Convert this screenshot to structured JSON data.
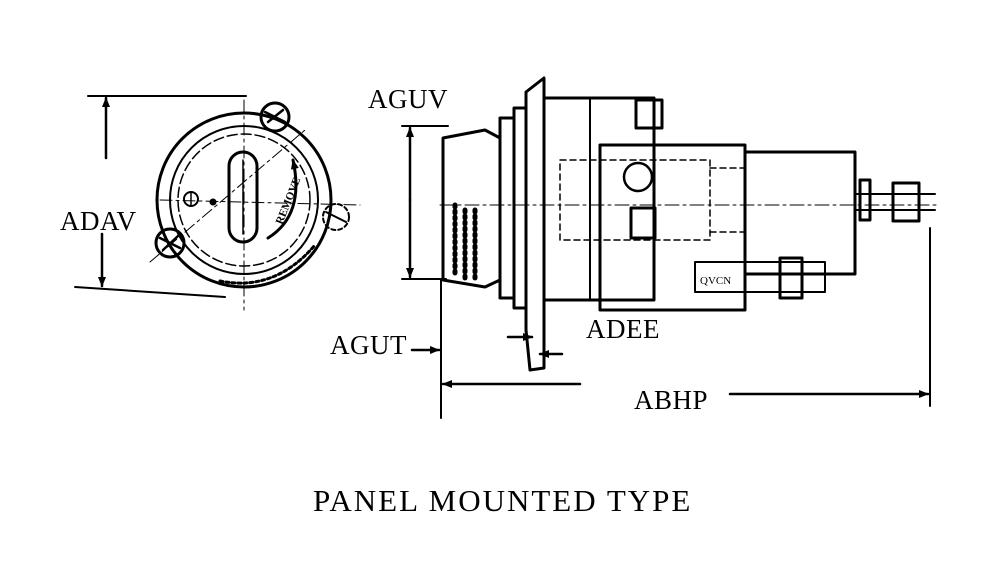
{
  "labels": {
    "adav": "ADAV",
    "aguv": "AGUV",
    "agut": "AGUT",
    "adee": "ADEE",
    "abhp": "ABHP",
    "remove": "REMOVE",
    "stamp": "QVCN"
  },
  "caption": "PANEL MOUNTED TYPE"
}
